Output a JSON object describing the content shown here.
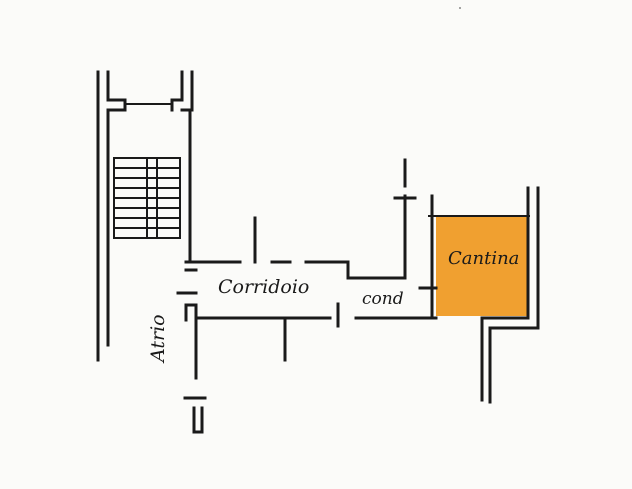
{
  "labels": {
    "atrio": "Atrio",
    "corridoio": "Corridoio",
    "cond": "cond",
    "cantina": "Cantina"
  },
  "colors": {
    "cantina_fill": "#f0a030",
    "wall": "#1a1a1a",
    "paper": "#fbfbf9"
  }
}
